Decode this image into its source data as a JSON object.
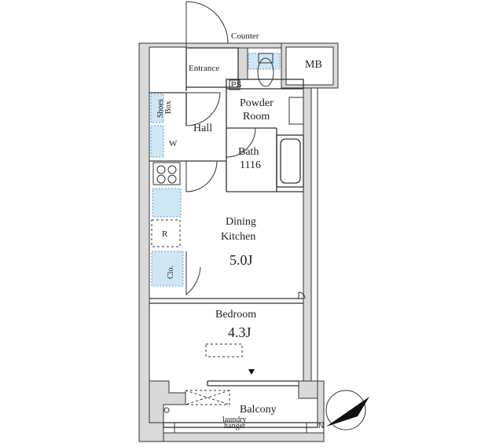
{
  "labels": {
    "counter": "Counter",
    "mb": "MB",
    "entrance": "Entrance",
    "powder_room_1": "Powder",
    "powder_room_2": "Room",
    "shoes_box_1": "Shoes",
    "shoes_box_2": "Box",
    "hall": "Hall",
    "w": "W",
    "bath_1": "Bath",
    "bath_2": "1116",
    "ps": "PS",
    "dining_kitchen_1": "Dining",
    "dining_kitchen_2": "Kitchen",
    "dk_area": "5.0J",
    "r": "R",
    "clo": "Clo.",
    "bedroom": "Bedroom",
    "bedroom_area": "4.3J",
    "balcony": "Balcony",
    "laundry_1": "laundry",
    "laundry_2": "hanger",
    "north": "N"
  },
  "colors": {
    "wall": "#d9d9d9",
    "line": "#333333",
    "fixture_fill": "#cfe6f5",
    "fixture_stroke": "#5a9fd0"
  }
}
